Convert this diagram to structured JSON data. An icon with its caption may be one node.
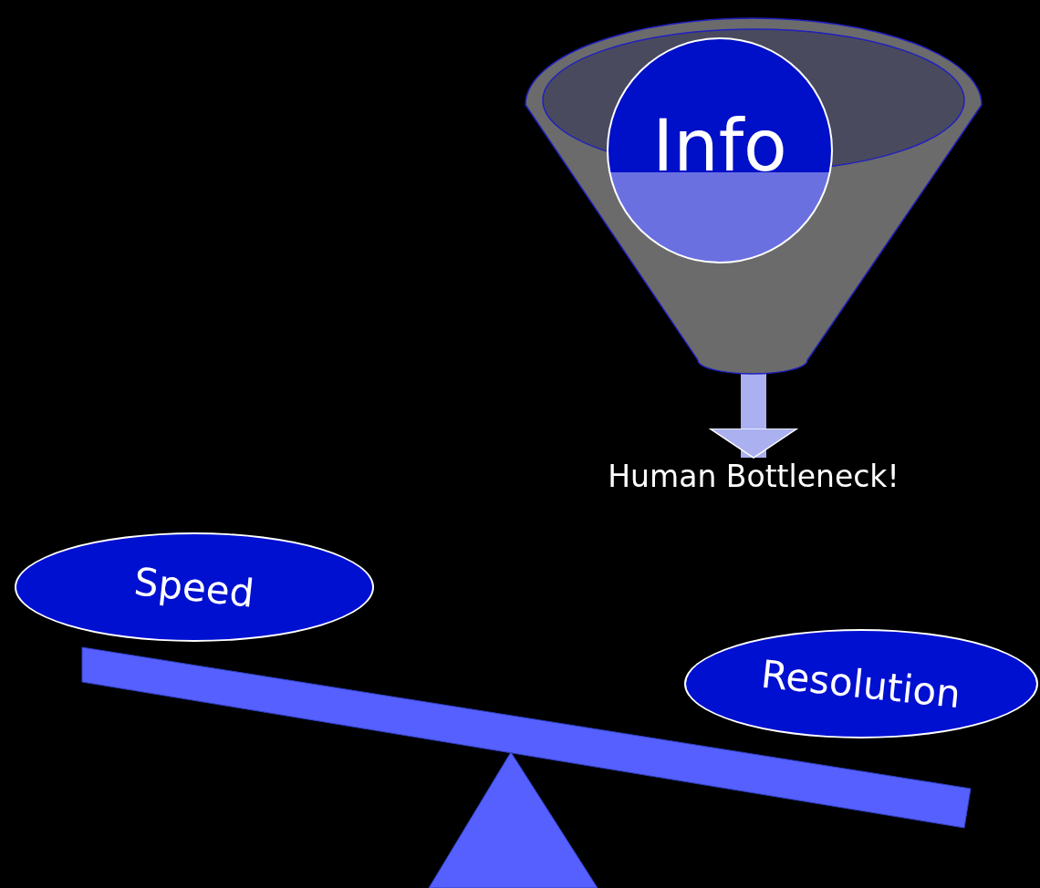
{
  "diagram": {
    "nodes": [
      {
        "text": [],
        "shape": "funnel"
      },
      {
        "text": [
          "Info"
        ],
        "in": 0
      },
      {
        "text": [
          "Human Bottleneck!"
        ]
      },
      {
        "text": [
          "Speed"
        ]
      },
      {
        "text": [
          "Resolution"
        ]
      }
    ],
    "edges": [
      {
        "from": 0,
        "to": 2,
        "arrow": "to"
      }
    ]
  }
}
